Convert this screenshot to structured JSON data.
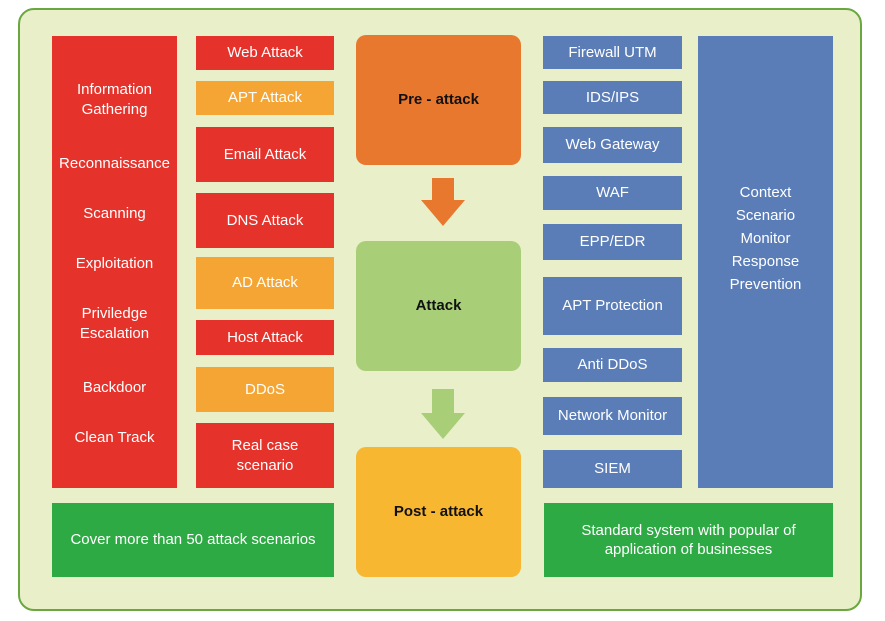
{
  "phases": [
    "Information Gathering",
    "Reconnaissance",
    "Scanning",
    "Exploitation",
    "Priviledge Escalation",
    "Backdoor",
    "Clean Track"
  ],
  "attacks": [
    "Web Attack",
    "APT Attack",
    "Email Attack",
    "DNS Attack",
    "AD Attack",
    "Host Attack",
    "DDoS",
    "Real case scenario"
  ],
  "stages": {
    "pre": "Pre - attack",
    "attack": "Attack",
    "post": "Post - attack"
  },
  "defenses": [
    "Firewall  UTM",
    "IDS/IPS",
    "Web  Gateway",
    "WAF",
    "EPP/EDR",
    "APT  Protection",
    "Anti DDoS",
    "Network  Monitor",
    "SIEM"
  ],
  "context": [
    "Context",
    "Scenario",
    "Monitor",
    "Response",
    "Prevention"
  ],
  "bottom": {
    "left": "Cover more than 50 attack  scenarios",
    "right": "Standard system with popular of application of businesses"
  },
  "colors": {
    "red": "#e5322b",
    "orange": "#f4a533",
    "blue": "#5a7db8",
    "green": "#2eaa44",
    "stage_pre": "#e8782e",
    "stage_attack": "#a8cf78",
    "stage_post": "#f7b731"
  }
}
